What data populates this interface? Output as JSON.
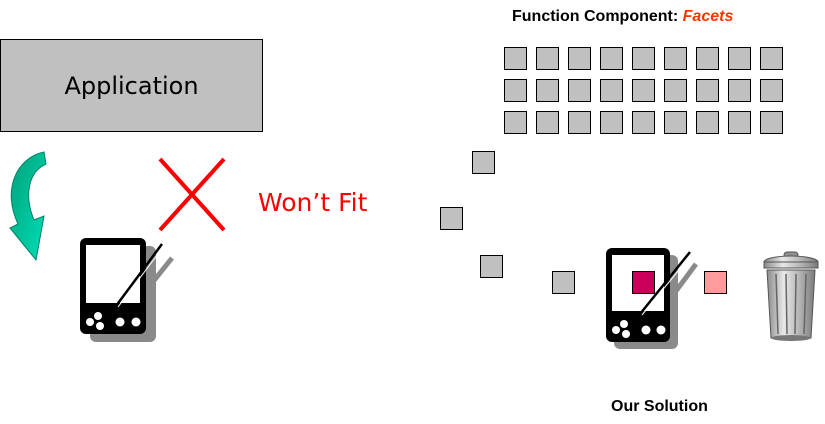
{
  "application_label": "Application",
  "wont_fit_label": "Won’t Fit",
  "function_component": {
    "title": "Function Component:",
    "highlight": "Facets"
  },
  "our_solution_label": "Our Solution",
  "icons": [
    "curved-arrow-icon",
    "x-mark-icon",
    "pda-icon",
    "trash-can-icon"
  ],
  "colors": {
    "wont_fit": "#ff0000",
    "facets_label": "#ff3300",
    "arrow": "#00c8a0",
    "selected_facet": "#c8005a",
    "discarded_facet": "#ff9b9b",
    "facet_grey": "#c0c0c0"
  }
}
